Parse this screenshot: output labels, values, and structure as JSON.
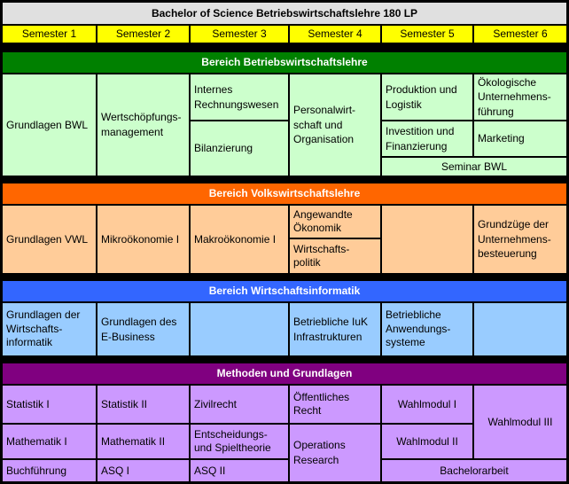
{
  "title": "Bachelor of Science Betriebswirtschaftslehre 180 LP",
  "semesters": [
    "Semester 1",
    "Semester 2",
    "Semester 3",
    "Semester 4",
    "Semester 5",
    "Semester 6"
  ],
  "sections": {
    "bwl": {
      "header": "Bereich Betriebswirtschaftslehre",
      "cells": {
        "grundlagen_bwl": "Grundlagen BWL",
        "wertschoepfung": "Wertschöpfungs-\nmanagement",
        "internes_rw": "Internes\nRechnungswesen",
        "bilanzierung": "Bilanzierung",
        "personal": "Personalwirt-\nschaft und\nOrganisation",
        "produktion": "Produktion und\nLogistik",
        "investition": "Investition und\nFinanzierung",
        "oekologische": "Ökologische\nUnternehmens-\nführung",
        "marketing": "Marketing",
        "seminar": "Seminar BWL"
      }
    },
    "vwl": {
      "header": "Bereich Volkswirtschaftslehre",
      "cells": {
        "grundlagen_vwl": "Grundlagen VWL",
        "mikro": "Mikroökonomie I",
        "makro": "Makroökonomie I",
        "angewandte": "Angewandte\nÖkonomik",
        "wipolitik": "Wirtschafts-\npolitik",
        "empty5": "",
        "steuer": "Grundzüge der\nUnternehmens-\nbesteuerung"
      }
    },
    "wi": {
      "header": "Bereich Wirtschaftsinformatik",
      "cells": {
        "grundlagen_wi": "Grundlagen der\nWirtschafts-\ninformatik",
        "ebusiness": "Grundlagen des\nE-Business",
        "empty3": "",
        "iuk": "Betriebliche IuK\nInfrastrukturen",
        "anwendung": "Betriebliche\nAnwendungs-\nsysteme",
        "empty6": ""
      }
    },
    "methoden": {
      "header": "Methoden und Grundlagen",
      "cells": {
        "statistik1": "Statistik I",
        "statistik2": "Statistik II",
        "zivilrecht": "Zivilrecht",
        "oeffentliches": "Öffentliches\nRecht",
        "wahlmodul1": "Wahlmodul I",
        "wahlmodul3": "Wahlmodul III",
        "mathematik1": "Mathematik I",
        "mathematik2": "Mathematik II",
        "entscheidung": "Entscheidungs-\nund Spieltheorie",
        "operations": "Operations\nResearch",
        "wahlmodul2": "Wahlmodul II",
        "buchfuehrung": "Buchführung",
        "asq1": "ASQ I",
        "asq2": "ASQ II",
        "bachelorarbeit": "Bachelorarbeit"
      }
    }
  },
  "colors": {
    "title_bg": "#e0e0e0",
    "semester_bg": "#ffff00",
    "bwl_header": "#008000",
    "bwl_cell": "#ccffcc",
    "vwl_header": "#ff6600",
    "vwl_cell": "#ffcc99",
    "wi_header": "#3366ff",
    "wi_cell": "#99ccff",
    "methoden_header": "#800080",
    "methoden_cell": "#cc99ff"
  }
}
